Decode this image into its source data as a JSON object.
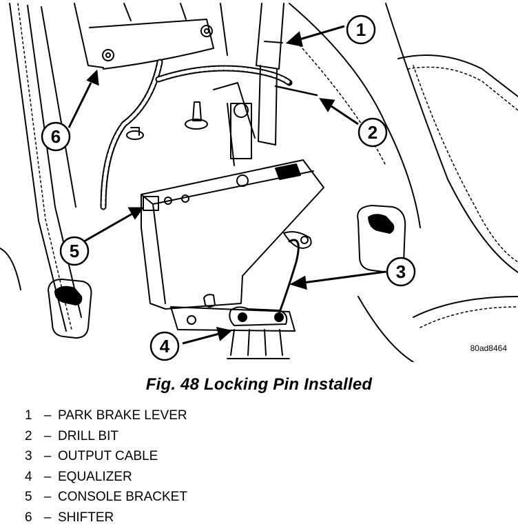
{
  "figure": {
    "reference_code": "80ad8464",
    "caption": "Fig. 48 Locking Pin Installed"
  },
  "callouts": [
    {
      "number": "1",
      "label": "PARK BRAKE LEVER"
    },
    {
      "number": "2",
      "label": "DRILL BIT"
    },
    {
      "number": "3",
      "label": "OUTPUT CABLE"
    },
    {
      "number": "4",
      "label": "EQUALIZER"
    },
    {
      "number": "5",
      "label": "CONSOLE BRACKET"
    },
    {
      "number": "6",
      "label": "SHIFTER"
    }
  ],
  "separator": "–"
}
